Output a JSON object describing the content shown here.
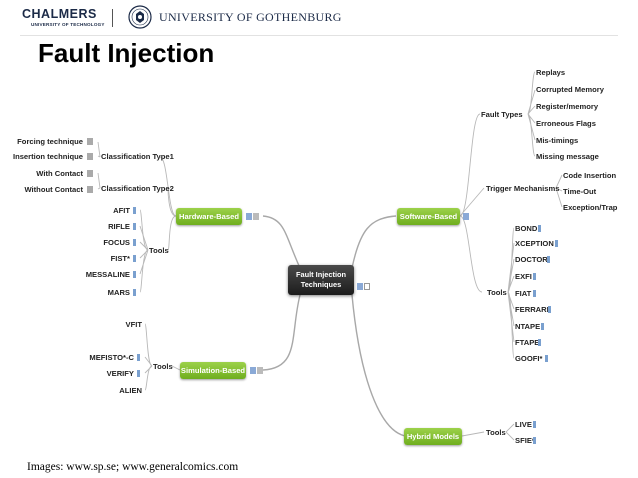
{
  "header": {
    "org_left": "CHALMERS",
    "org_left_sub": "UNIVERSITY OF TECHNOLOGY",
    "org_right": "UNIVERSITY OF GOTHENBURG"
  },
  "slide": {
    "title": "Fault Injection",
    "footer": "Images: www.sp.se; www.generalcomics.com"
  },
  "mindmap": {
    "center": [
      "Fault Injection",
      "Techniques"
    ],
    "hardware": {
      "label": "Hardware-Based",
      "class1": "Classification Type1",
      "class1_items": [
        "Forcing technique",
        "Insertion technique"
      ],
      "class2": "Classification Type2",
      "class2_items": [
        "With Contact",
        "Without Contact"
      ],
      "tools": "Tools",
      "tools_items": [
        "AFIT",
        "RIFLE",
        "FOCUS",
        "FIST*",
        "MESSALINE",
        "MARS"
      ]
    },
    "simulation": {
      "label": "Simulation-Based",
      "tools": "Tools",
      "tools_items": [
        "VFIT",
        "MEFISTO*-C",
        "VERIFY",
        "ALIEN"
      ]
    },
    "software": {
      "label": "Software-Based",
      "fault_types": "Fault Types",
      "fault_items": [
        "Replays",
        "Corrupted Memory",
        "Register/memory",
        "Erroneous Flags",
        "Mis-timings",
        "Missing message"
      ],
      "trigger": "Trigger Mechanisms",
      "trigger_items": [
        "Code Insertion",
        "Time-Out",
        "Exception/Trap"
      ],
      "tools": "Tools",
      "tools_items": [
        "BOND",
        "XCEPTION",
        "DOCTOR",
        "EXFI",
        "FIAT",
        "FERRARI",
        "NTAPE",
        "FTAPE",
        "GOOFI*"
      ]
    },
    "hybrid": {
      "label": "Hybrid Models",
      "tools": "Tools",
      "tools_items": [
        "LIVE",
        "SFIE*"
      ]
    }
  },
  "colors": {
    "branch_green": "#7ab82a",
    "center_dark": "#2a2a2a",
    "connector": "#9a9a9a"
  }
}
